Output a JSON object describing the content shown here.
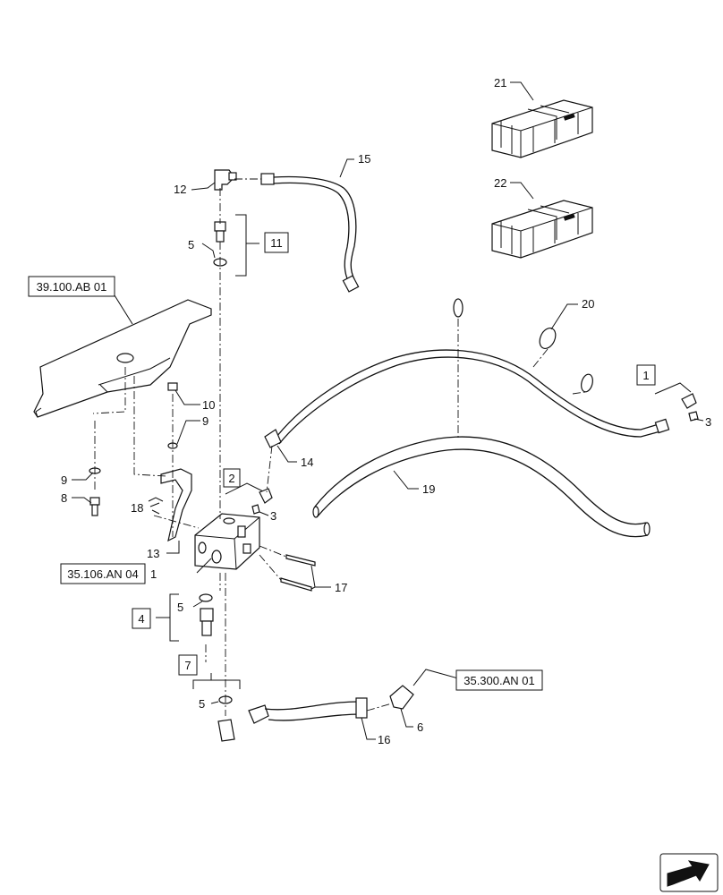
{
  "callouts": {
    "c1": "1",
    "c3a": "3",
    "c3b": "3",
    "c5a": "5",
    "c5b": "5",
    "c5c": "5",
    "c6": "6",
    "c8": "8",
    "c9a": "9",
    "c9b": "9",
    "c10": "10",
    "c12": "12",
    "c13": "13",
    "c14": "14",
    "c15": "15",
    "c16": "16",
    "c17": "17",
    "c18": "18",
    "c19": "19",
    "c20": "20",
    "c21": "21",
    "c22": "22"
  },
  "kits": {
    "k1": "1",
    "k2": "2",
    "k4": "4",
    "k7": "7",
    "k11": "11"
  },
  "references": {
    "ref_frame": "39.100.AB 01",
    "ref_valve": "35.106.AN 04",
    "ref_adapter": "35.300.AN 01"
  }
}
